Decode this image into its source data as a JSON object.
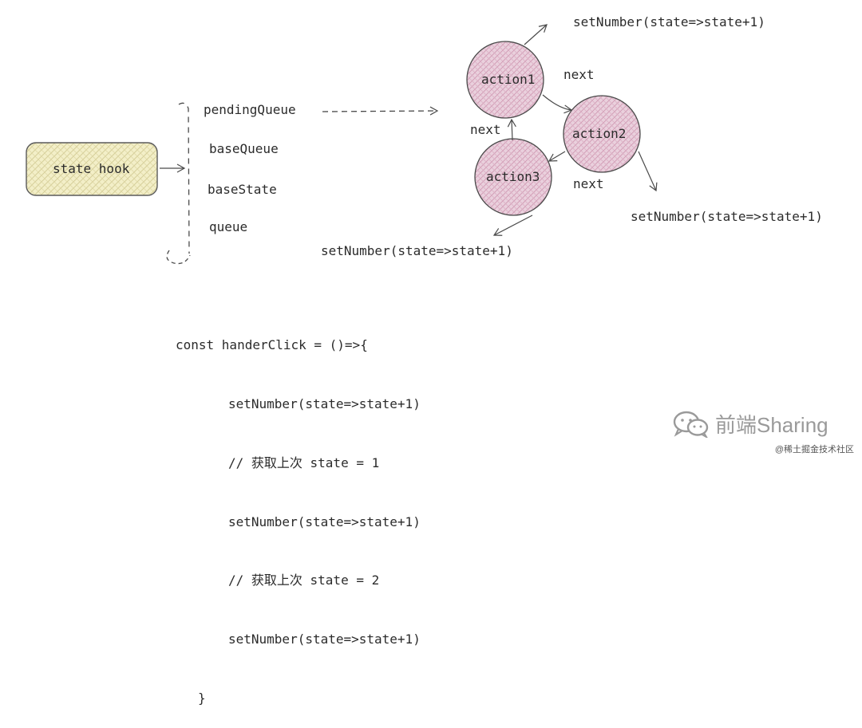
{
  "state_hook": {
    "label": "state hook"
  },
  "fields": [
    "pendingQueue",
    "baseQueue",
    "baseState",
    "queue"
  ],
  "actions": [
    {
      "label": "action1"
    },
    {
      "label": "action2"
    },
    {
      "label": "action3"
    }
  ],
  "next_labels": [
    "next",
    "next",
    "next"
  ],
  "set_number_labels": [
    "setNumber(state=>state+1)",
    "setNumber(state=>state+1)",
    "setNumber(state=>state+1)"
  ],
  "code_lines": [
    "const handerClick = ()=>{",
    "setNumber(state=>state+1)",
    "// 获取上次 state = 1",
    "setNumber(state=>state+1)",
    "// 获取上次 state = 2",
    "setNumber(state=>state+1)",
    "}"
  ],
  "watermark": "前端Sharing",
  "credit": "@稀土掘金技术社区",
  "colors": {
    "hook_fill": "#f3efc8",
    "hook_stroke": "#5a5a5a",
    "circle_fill": "#ead0dd",
    "circle_hatch": "#c98aa8",
    "ink": "#2b2b2b"
  },
  "icons": [
    "wechat-icon"
  ]
}
